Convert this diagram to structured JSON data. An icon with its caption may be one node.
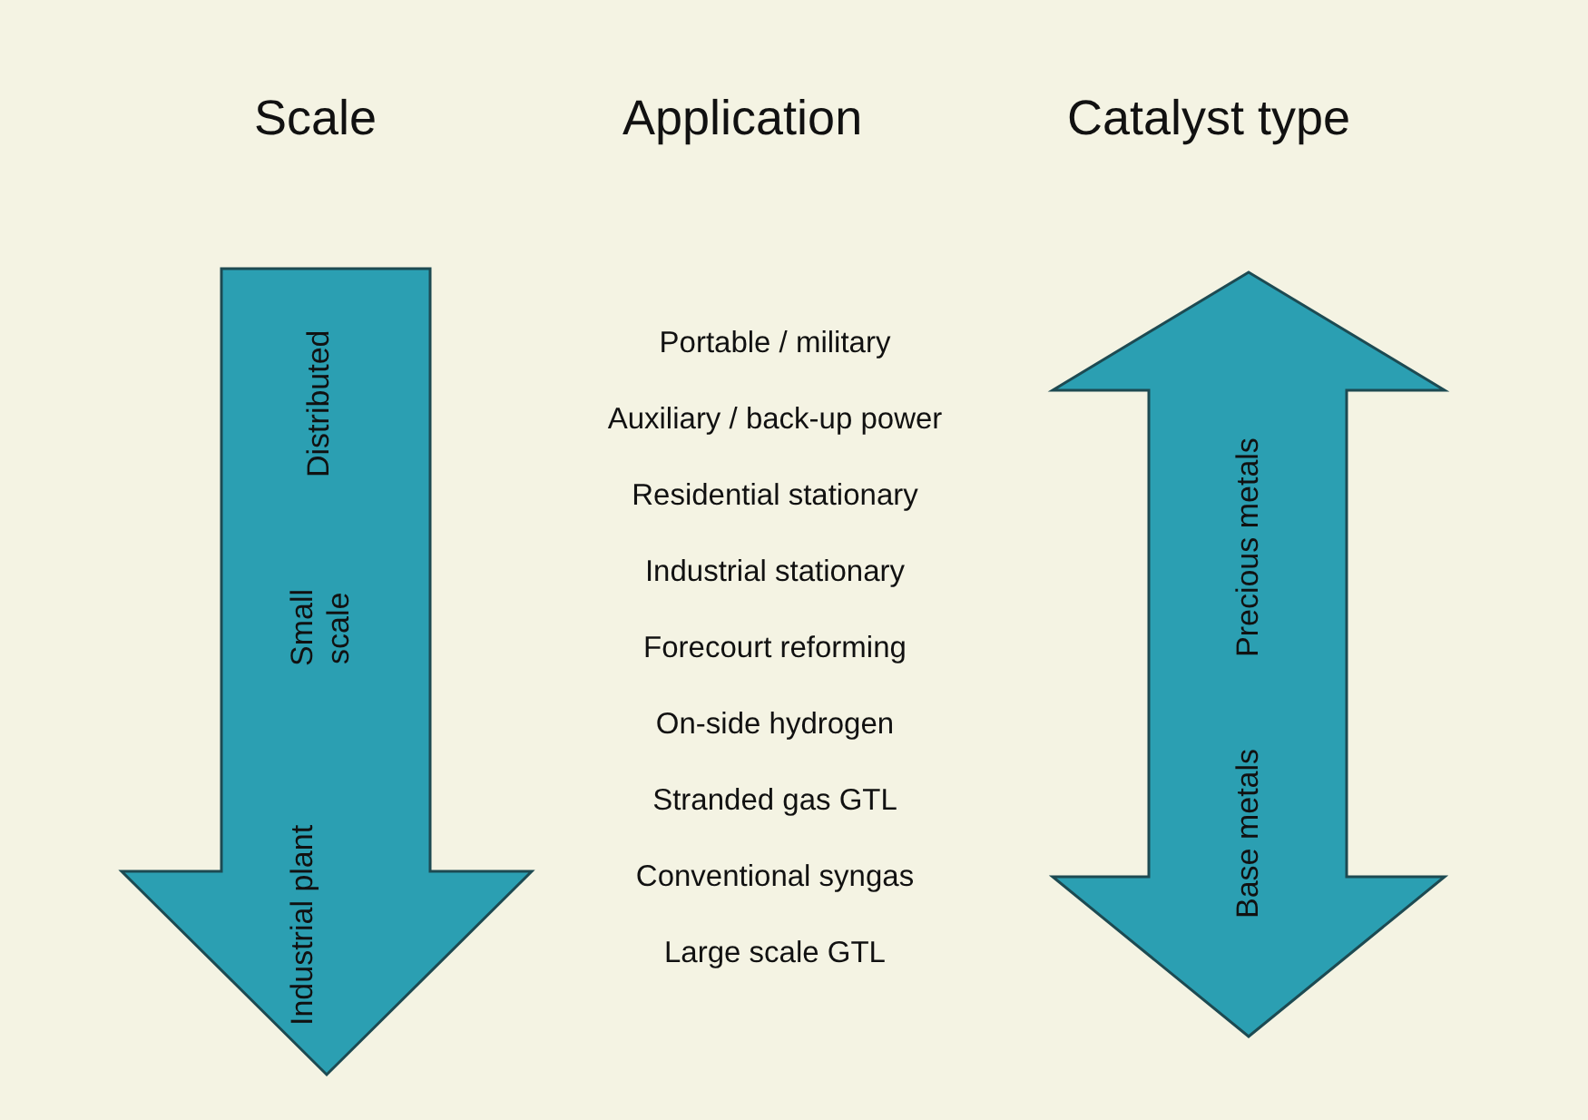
{
  "diagram": {
    "nodes": [
      {
        "text": [
          "Distributed",
          "Small scale",
          "Industrial plant"
        ]
      },
      {
        "text": [
          "Precious metals",
          "Base metals"
        ]
      }
    ],
    "labels": [
      "Scale",
      "Application",
      "Catalyst type",
      "Portable / military",
      "Auxiliary / back-up power",
      "Residential stationary",
      "Industrial stationary",
      "Forecourt reforming",
      "On-side hydrogen",
      "Stranded gas GTL",
      "Conventional syngas",
      "Large scale GTL"
    ]
  }
}
